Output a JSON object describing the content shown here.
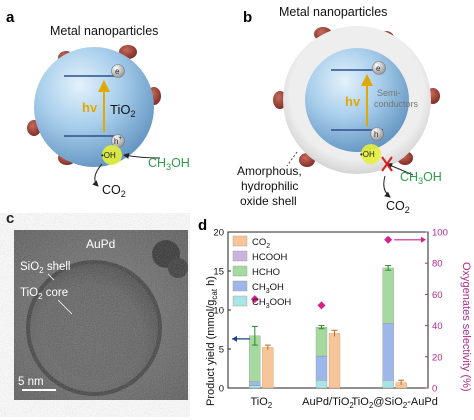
{
  "panel_a": {
    "letter": "a",
    "title": "Metal nanoparticles",
    "hv": "hv",
    "material": "TiO",
    "material_sub": "2",
    "electron": "e",
    "hole": "h",
    "hole_sup": "+",
    "radical": "•OH",
    "reactant": "CH",
    "reactant_sub": "3",
    "reactant_tail": "OH",
    "product": "CO",
    "product_sub": "2"
  },
  "panel_b": {
    "letter": "b",
    "title": "Metal nanoparticles",
    "hv": "hv",
    "semi_line1": "Semi-",
    "semi_line2": "conductors",
    "electron": "e",
    "hole": "h",
    "radical": "•OH",
    "shell_line1": "Amorphous,",
    "shell_line2": "hydrophilic",
    "shell_line3": "oxide shell",
    "reactant": "CH",
    "reactant_sub": "3",
    "reactant_tail": "OH",
    "product": "CO",
    "product_sub": "2"
  },
  "panel_c": {
    "letter": "c",
    "label_aupd": "AuPd",
    "label_shell": "SiO",
    "label_shell_sub": "2",
    "label_shell_tail": " shell",
    "label_core": "TiO",
    "label_core_sub": "2",
    "label_core_tail": " core",
    "scale_bar": "5 nm"
  },
  "panel_d": {
    "letter": "d",
    "colors": {
      "CO2": "#f7c59a",
      "HCOOH": "#c9b3dd",
      "HCHO": "#a6d9a0",
      "CH3OH": "#9db7ea",
      "CH3OOH": "#a8e3e6",
      "selectivity": "#d6208f"
    },
    "chart_data": {
      "type": "bar",
      "categories": [
        "TiO2",
        "AuPd/TiO2",
        "TiO2@SiO2-AuPd"
      ],
      "category_labels": [
        {
          "main": "TiO",
          "sub": "2",
          "tail": ""
        },
        {
          "main": "AuPd/TiO",
          "sub": "2",
          "tail": ""
        },
        {
          "main": "TiO",
          "sub": "2",
          "tail": "@SiO",
          "sub2": "2",
          "tail2": "-AuPd"
        }
      ],
      "ylabel": "Product yield (mmol/g",
      "ylabel_sub": "cat",
      "ylabel_tail": " h)",
      "y2label": "Oxygenates selectivity (%)",
      "ylim": [
        0,
        20
      ],
      "y2lim": [
        0,
        100
      ],
      "yticks": [
        0,
        5,
        10,
        15,
        20
      ],
      "y2ticks": [
        0,
        20,
        40,
        60,
        80,
        100
      ],
      "legend": [
        {
          "key": "CO2",
          "main": "CO",
          "sub": "2",
          "tail": ""
        },
        {
          "key": "HCOOH",
          "main": "HCOOH",
          "sub": "",
          "tail": ""
        },
        {
          "key": "HCHO",
          "main": "HCHO",
          "sub": "",
          "tail": ""
        },
        {
          "key": "CH3OH",
          "main": "CH",
          "sub": "3",
          "tail": "OH"
        },
        {
          "key": "CH3OOH",
          "main": "CH",
          "sub": "3",
          "tail": "OOH"
        }
      ],
      "oxygenate_stacks": [
        {
          "CH3OOH": 0.3,
          "CH3OH": 0.5,
          "HCHO": 5.9,
          "HCOOH": 0.0
        },
        {
          "CH3OOH": 1.0,
          "CH3OH": 3.1,
          "HCHO": 3.7,
          "HCOOH": 0.0
        },
        {
          "CH3OOH": 1.0,
          "CH3OH": 7.3,
          "HCHO": 7.1,
          "HCOOH": 0.0
        }
      ],
      "co2": [
        5.2,
        7.0,
        0.7
      ],
      "oxygenate_errors": [
        1.2,
        0.2,
        0.3
      ],
      "co2_errors": [
        0.3,
        0.4,
        0.3
      ],
      "selectivity": [
        57,
        53,
        95
      ]
    }
  }
}
